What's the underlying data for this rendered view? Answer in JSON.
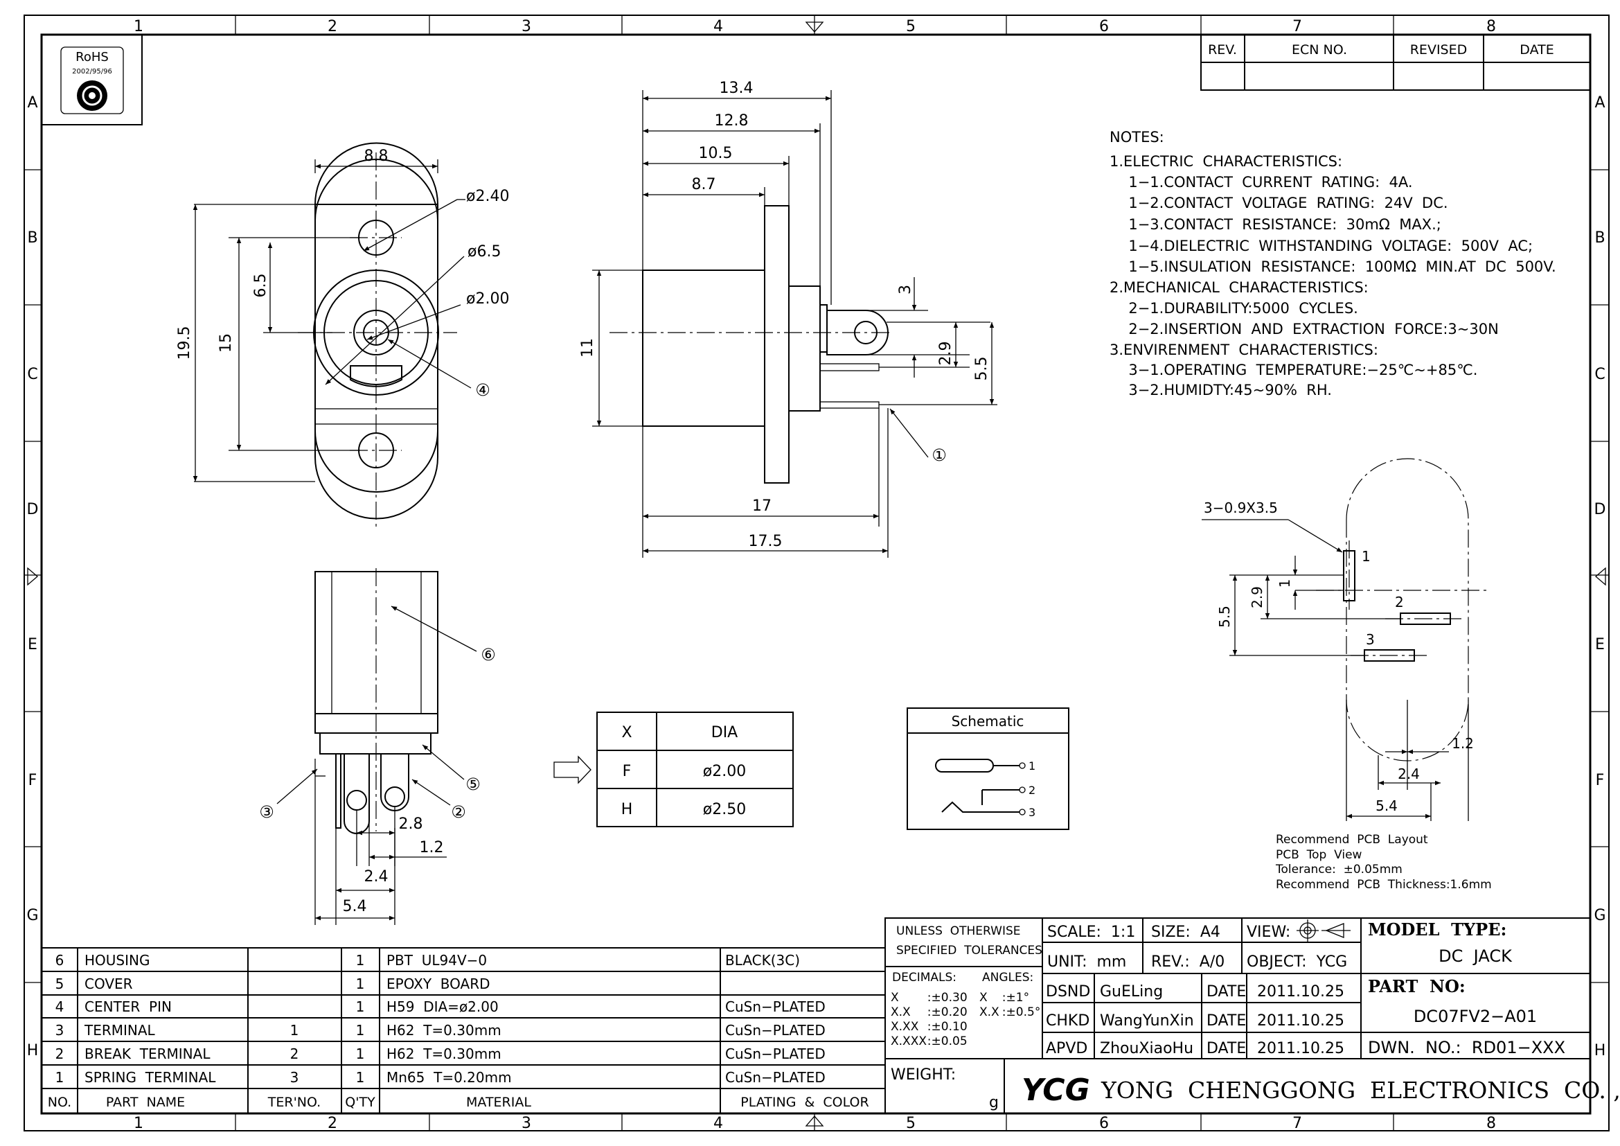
{
  "frame": {
    "col_numbers": [
      "1",
      "2",
      "3",
      "4",
      "5",
      "6",
      "7",
      "8"
    ],
    "row_letters": [
      "A",
      "B",
      "C",
      "D",
      "E",
      "F",
      "G",
      "H"
    ]
  },
  "rohs": {
    "label": "RoHS",
    "code": "2002/95/96"
  },
  "revision_table": {
    "headers": [
      "REV.",
      "ECN NO.",
      "REVISED",
      "DATE"
    ]
  },
  "notes": {
    "title": "NOTES:",
    "lines": [
      "1.ELECTRIC  CHARACTERISTICS:",
      "  1−1.CONTACT  CURRENT  RATING:  4A.",
      "  1−2.CONTACT  VOLTAGE  RATING:  24V  DC.",
      "  1−3.CONTACT  RESISTANCE:  30mΩ  MAX.;",
      "  1−4.DIELECTRIC  WITHSTANDING  VOLTAGE:  500V  AC;",
      "  1−5.INSULATION  RESISTANCE:  100MΩ  MIN.AT  DC  500V.",
      "2.MECHANICAL  CHARACTERISTICS:",
      "  2−1.DURABILITY:5000  CYCLES.",
      "  2−2.INSERTION  AND  EXTRACTION  FORCE:3~30N",
      "3.ENVIRENMENT  CHARACTERISTICS:",
      "  3−1.OPERATING  TEMPERATURE:−25℃~+85℃.",
      "  3−2.HUMIDTY:45~90%  RH."
    ]
  },
  "front_view": {
    "dim_width": "8.8",
    "dim_hole": "ø2.40",
    "dim_body": "ø6.5",
    "dim_pin": "ø2.00",
    "dim_hole_to_center": "6.5",
    "dim_hole_pitch": "15",
    "dim_height": "19.5",
    "callout": "④"
  },
  "side_view": {
    "dim_1": "13.4",
    "dim_2": "12.8",
    "dim_3": "10.5",
    "dim_4": "8.7",
    "dim_body": "11",
    "dim_lug": "3",
    "dim_pin_offset": "2.9",
    "dim_pin_span": "5.5",
    "dim_17": "17",
    "dim_17_5": "17.5",
    "callout": "①"
  },
  "bottom_view": {
    "callout_6": "⑥",
    "callout_5": "⑤",
    "callout_3": "③",
    "callout_2": "②",
    "dim_2_8": "2.8",
    "dim_1_2": "1.2",
    "dim_2_4": "2.4",
    "dim_5_4": "5.4"
  },
  "dia_table": {
    "header": [
      "X",
      "DIA"
    ],
    "rows": [
      [
        "F",
        "ø2.00"
      ],
      [
        "H",
        "ø2.50"
      ]
    ]
  },
  "schematic": {
    "title": "Schematic",
    "pins": [
      "1",
      "2",
      "3"
    ]
  },
  "pcb_layout": {
    "hole_label": "3−0.9X3.5",
    "pin_1": "1",
    "pin_2": "2",
    "pin_3": "3",
    "dim_1": "1",
    "dim_2_9": "2.9",
    "dim_5_5": "5.5",
    "dim_1_2": "1.2",
    "dim_2_4": "2.4",
    "dim_5_4": "5.4",
    "notes": [
      "Recommend  PCB  Layout",
      "PCB  Top  View",
      "Tolerance:  ±0.05mm",
      "Recommend  PCB  Thickness:1.6mm"
    ]
  },
  "bom": {
    "rows": [
      {
        "no": "6",
        "name": "HOUSING",
        "ter": "",
        "qty": "1",
        "material": "PBT  UL94V−0",
        "plating": "BLACK(3C)"
      },
      {
        "no": "5",
        "name": "COVER",
        "ter": "",
        "qty": "1",
        "material": "EPOXY  BOARD",
        "plating": ""
      },
      {
        "no": "4",
        "name": "CENTER  PIN",
        "ter": "",
        "qty": "1",
        "material": "H59  DIA=ø2.00",
        "plating": "CuSn−PLATED"
      },
      {
        "no": "3",
        "name": "TERMINAL",
        "ter": "1",
        "qty": "1",
        "material": "H62  T=0.30mm",
        "plating": "CuSn−PLATED"
      },
      {
        "no": "2",
        "name": "BREAK  TERMINAL",
        "ter": "2",
        "qty": "1",
        "material": "H62  T=0.30mm",
        "plating": "CuSn−PLATED"
      },
      {
        "no": "1",
        "name": "SPRING  TERMINAL",
        "ter": "3",
        "qty": "1",
        "material": "Mn65  T=0.20mm",
        "plating": "CuSn−PLATED"
      }
    ],
    "headers": {
      "no": "NO.",
      "name": "PART  NAME",
      "ter": "TER'NO.",
      "qty": "Q'TY",
      "material": "MATERIAL",
      "plating": "PLATING  &  COLOR"
    }
  },
  "title_block": {
    "tol_title_1": "UNLESS  OTHERWISE",
    "tol_title_2": "SPECIFIED  TOLERANCES",
    "decimals": "DECIMALS:",
    "angles": "ANGLES:",
    "tol_rows": [
      [
        "X",
        "  :±0.30"
      ],
      [
        "X.X",
        "  :±0.20"
      ],
      [
        "X.XX",
        "  :±0.10"
      ],
      [
        "X.XXX",
        "  :±0.05"
      ]
    ],
    "ang_rows": [
      [
        "X",
        "  :±1°"
      ],
      [
        "X.X",
        "  :±0.5°"
      ]
    ],
    "weight": "WEIGHT:",
    "weight_unit": "g",
    "scale": "SCALE:  1:1",
    "size": "SIZE:  A4",
    "view": "VIEW:",
    "unit": "UNIT:  mm",
    "rev": "REV.:  A/0",
    "object": "OBJECT:  YCG",
    "dsnd": "DSND",
    "dsnd_name": "GuELing",
    "chkd": "CHKD",
    "chkd_name": "WangYunXin",
    "apvd": "APVD",
    "apvd_name": "ZhouXiaoHu",
    "date_label": "DATE",
    "date": "2011.10.25",
    "model_label": "MODEL  TYPE:",
    "model": "DC  JACK",
    "part_label": "PART  NO:",
    "part": "DC07FV2−A01",
    "dwn": "DWN.  NO.:  RD01−XXX",
    "logo": "YCG",
    "company": "YONG  CHENGGONG  ELECTRONICS  CO. , LTD."
  }
}
